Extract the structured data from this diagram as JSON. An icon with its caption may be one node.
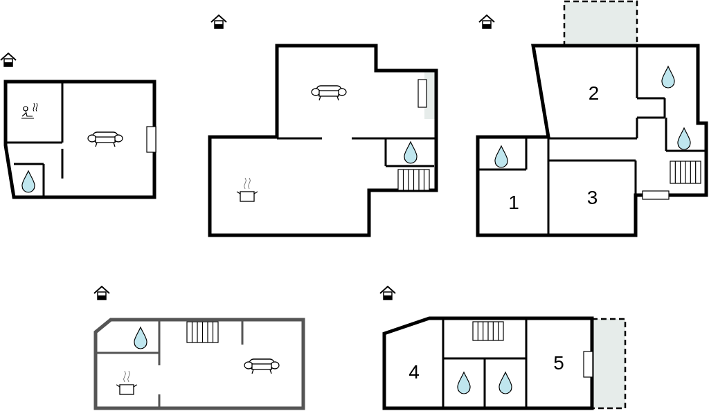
{
  "diagram": {
    "nodes": [
      {
        "text": [
          "2"
        ]
      },
      {
        "text": [
          "1"
        ]
      },
      {
        "text": [
          "3"
        ]
      },
      {
        "text": [
          "4"
        ]
      },
      {
        "text": [
          "5"
        ]
      }
    ]
  }
}
